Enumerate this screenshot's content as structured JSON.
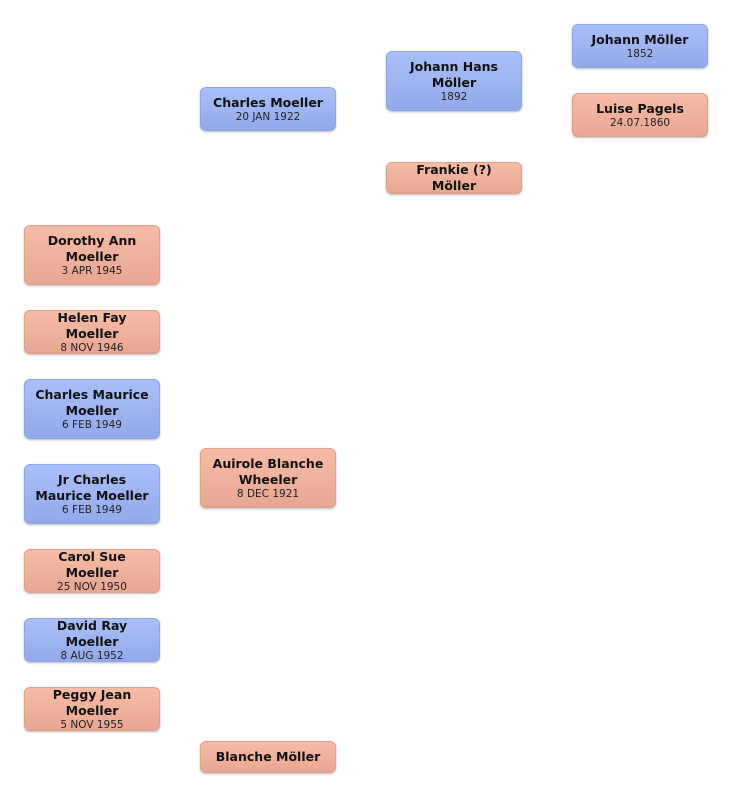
{
  "people": [
    {
      "id": "johann-moller",
      "name": "Johann Möller",
      "date": "1852",
      "sex": "male"
    },
    {
      "id": "luise-pagels",
      "name": "Luise Pagels",
      "date": "24.07.1860",
      "sex": "female"
    },
    {
      "id": "johann-hans-moller",
      "name": "Johann Hans Möller",
      "date": "1892",
      "sex": "male"
    },
    {
      "id": "frankie-moller",
      "name": "Frankie (?) Möller",
      "date": "",
      "sex": "female"
    },
    {
      "id": "charles-moeller",
      "name": "Charles Moeller",
      "date": "20 JAN 1922",
      "sex": "male"
    },
    {
      "id": "auirole-blanche-wheeler",
      "name": "Auirole Blanche Wheeler",
      "date": "8 DEC 1921",
      "sex": "female"
    },
    {
      "id": "blanche-moller",
      "name": "Blanche Möller",
      "date": "",
      "sex": "female"
    },
    {
      "id": "dorothy-ann-moeller",
      "name": "Dorothy Ann Moeller",
      "date": "3 APR 1945",
      "sex": "female"
    },
    {
      "id": "helen-fay-moeller",
      "name": "Helen Fay Moeller",
      "date": "8 NOV 1946",
      "sex": "female"
    },
    {
      "id": "charles-maurice-moeller",
      "name": "Charles Maurice Moeller",
      "date": "6 FEB 1949",
      "sex": "male"
    },
    {
      "id": "jr-charles-maurice-moeller",
      "name": "Jr Charles Maurice Moeller",
      "date": "6 FEB 1949",
      "sex": "male"
    },
    {
      "id": "carol-sue-moeller",
      "name": "Carol Sue Moeller",
      "date": "25 NOV 1950",
      "sex": "female"
    },
    {
      "id": "david-ray-moeller",
      "name": "David Ray Moeller",
      "date": "8 AUG 1952",
      "sex": "male"
    },
    {
      "id": "peggy-jean-moeller",
      "name": "Peggy Jean Moeller",
      "date": "5 NOV 1955",
      "sex": "female"
    }
  ]
}
